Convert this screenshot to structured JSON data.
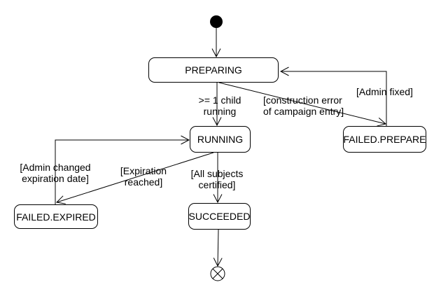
{
  "diagram": {
    "type": "uml-state-machine",
    "background_color": "#ffffff",
    "stroke_color": "#000000",
    "text_color": "#000000"
  },
  "nodes": {
    "initial": {
      "type": "initial-pseudostate"
    },
    "final": {
      "type": "exit-point"
    }
  },
  "states": [
    {
      "name": "PREPARING"
    },
    {
      "name": "RUNNING"
    },
    {
      "name": "FAILED.PREPARE"
    },
    {
      "name": "FAILED.EXPIRED"
    },
    {
      "name": "SUCCEEDED"
    }
  ],
  "transitions": [
    {
      "from": "initial",
      "to": "PREPARING",
      "label": "",
      "label_lines": []
    },
    {
      "from": "PREPARING",
      "to": "RUNNING",
      "label": ">= 1 child running",
      "label_lines": [
        ">= 1 child",
        "running"
      ]
    },
    {
      "from": "PREPARING",
      "to": "FAILED.PREPARE",
      "label": "[construction error of campaign entry]",
      "label_lines": [
        "[construction error",
        "of campaign entry]"
      ]
    },
    {
      "from": "FAILED.PREPARE",
      "to": "PREPARING",
      "label": "[Admin fixed]",
      "label_lines": [
        "[Admin fixed]"
      ]
    },
    {
      "from": "FAILED.EXPIRED",
      "to": "RUNNING",
      "label": "[Admin changed expiration date]",
      "label_lines": [
        "[Admin changed",
        "expiration date]"
      ]
    },
    {
      "from": "RUNNING",
      "to": "FAILED.EXPIRED",
      "label": "[Expiration reached]",
      "label_lines": [
        "[Expiration",
        "reached]"
      ]
    },
    {
      "from": "RUNNING",
      "to": "SUCCEEDED",
      "label": "[All subjects certified]",
      "label_lines": [
        "[All subjects",
        "certified]"
      ]
    },
    {
      "from": "SUCCEEDED",
      "to": "final",
      "label": "",
      "label_lines": []
    }
  ]
}
